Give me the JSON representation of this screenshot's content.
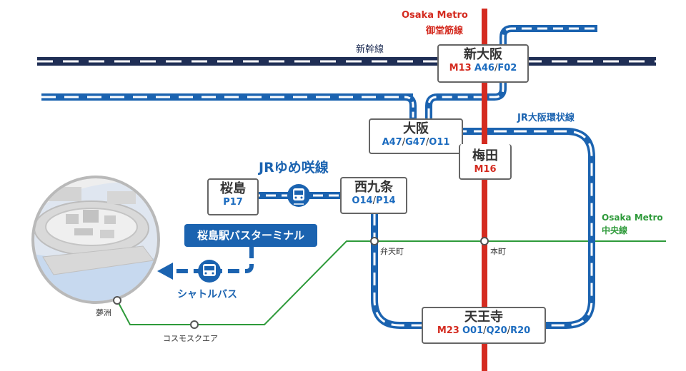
{
  "colors": {
    "jr_blue": "#1b63b0",
    "shinkansen_navy": "#1f2e55",
    "midosuji_red": "#d42b20",
    "chuo_green": "#2e9a3a",
    "station_border": "#666666"
  },
  "lines": {
    "midosuji": {
      "operator": "Osaka Metro",
      "name": "御堂筋線"
    },
    "shinkansen": {
      "name": "新幹線"
    },
    "loop": {
      "name": "JR大阪環状線"
    },
    "yumesaki": {
      "name": "JRゆめ咲線"
    },
    "chuo": {
      "operator": "Osaka Metro",
      "name": "中央線"
    }
  },
  "stations": {
    "shin_osaka": {
      "name": "新大阪",
      "codes": [
        {
          "code": "M13",
          "line": "red"
        },
        {
          "code": "A46",
          "line": "blue"
        },
        {
          "code": "F02",
          "line": "blue"
        }
      ]
    },
    "osaka": {
      "name": "大阪",
      "codes": [
        {
          "code": "A47",
          "line": "blue"
        },
        {
          "code": "G47",
          "line": "blue"
        },
        {
          "code": "O11",
          "line": "blue"
        }
      ]
    },
    "umeda": {
      "name": "梅田",
      "codes": [
        {
          "code": "M16",
          "line": "red"
        }
      ]
    },
    "nishikujo": {
      "name": "西九条",
      "codes": [
        {
          "code": "O14",
          "line": "blue"
        },
        {
          "code": "P14",
          "line": "blue"
        }
      ]
    },
    "sakurajima": {
      "name": "桜島",
      "codes": [
        {
          "code": "P17",
          "line": "blue"
        }
      ]
    },
    "tennoji": {
      "name": "天王寺",
      "codes": [
        {
          "code": "M23",
          "line": "red"
        },
        {
          "code": "O01",
          "line": "blue"
        },
        {
          "code": "Q20",
          "line": "blue"
        },
        {
          "code": "R20",
          "line": "blue"
        }
      ]
    }
  },
  "minor_stations": {
    "bentencho": "弁天町",
    "honmachi": "本町",
    "yumeshima": "夢洲",
    "cosmosquare": "コスモスクエア"
  },
  "bus": {
    "terminal": "桜島駅バスターミナル",
    "shuttle": "シャトルバス",
    "bus_icon": "bus-icon",
    "train_icon": "train-icon"
  }
}
